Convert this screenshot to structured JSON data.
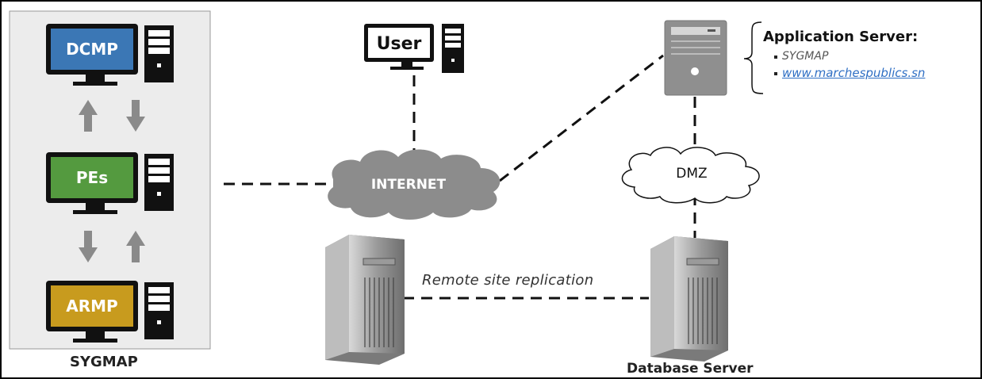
{
  "diagram": {
    "sygmap_panel": {
      "caption": "SYGMAP",
      "nodes": [
        {
          "label": "DCMP",
          "color": "#3b77b5"
        },
        {
          "label": "PEs",
          "color": "#549a3f"
        },
        {
          "label": "ARMP",
          "color": "#c89b1e"
        }
      ]
    },
    "user_label": "User",
    "internet_label": "INTERNET",
    "dmz_label": "DMZ",
    "replication_label": "Remote site replication",
    "database_server_label": "Database Server",
    "app_server": {
      "title": "Application Server:",
      "items": [
        "SYGMAP",
        "www.marchespublics.sn"
      ]
    },
    "colors": {
      "panel_bg": "#ececec",
      "arrow_gray": "#8a8a8a",
      "cloud_gray": "#8c8c8c",
      "link_blue": "#2f6fc4"
    }
  }
}
